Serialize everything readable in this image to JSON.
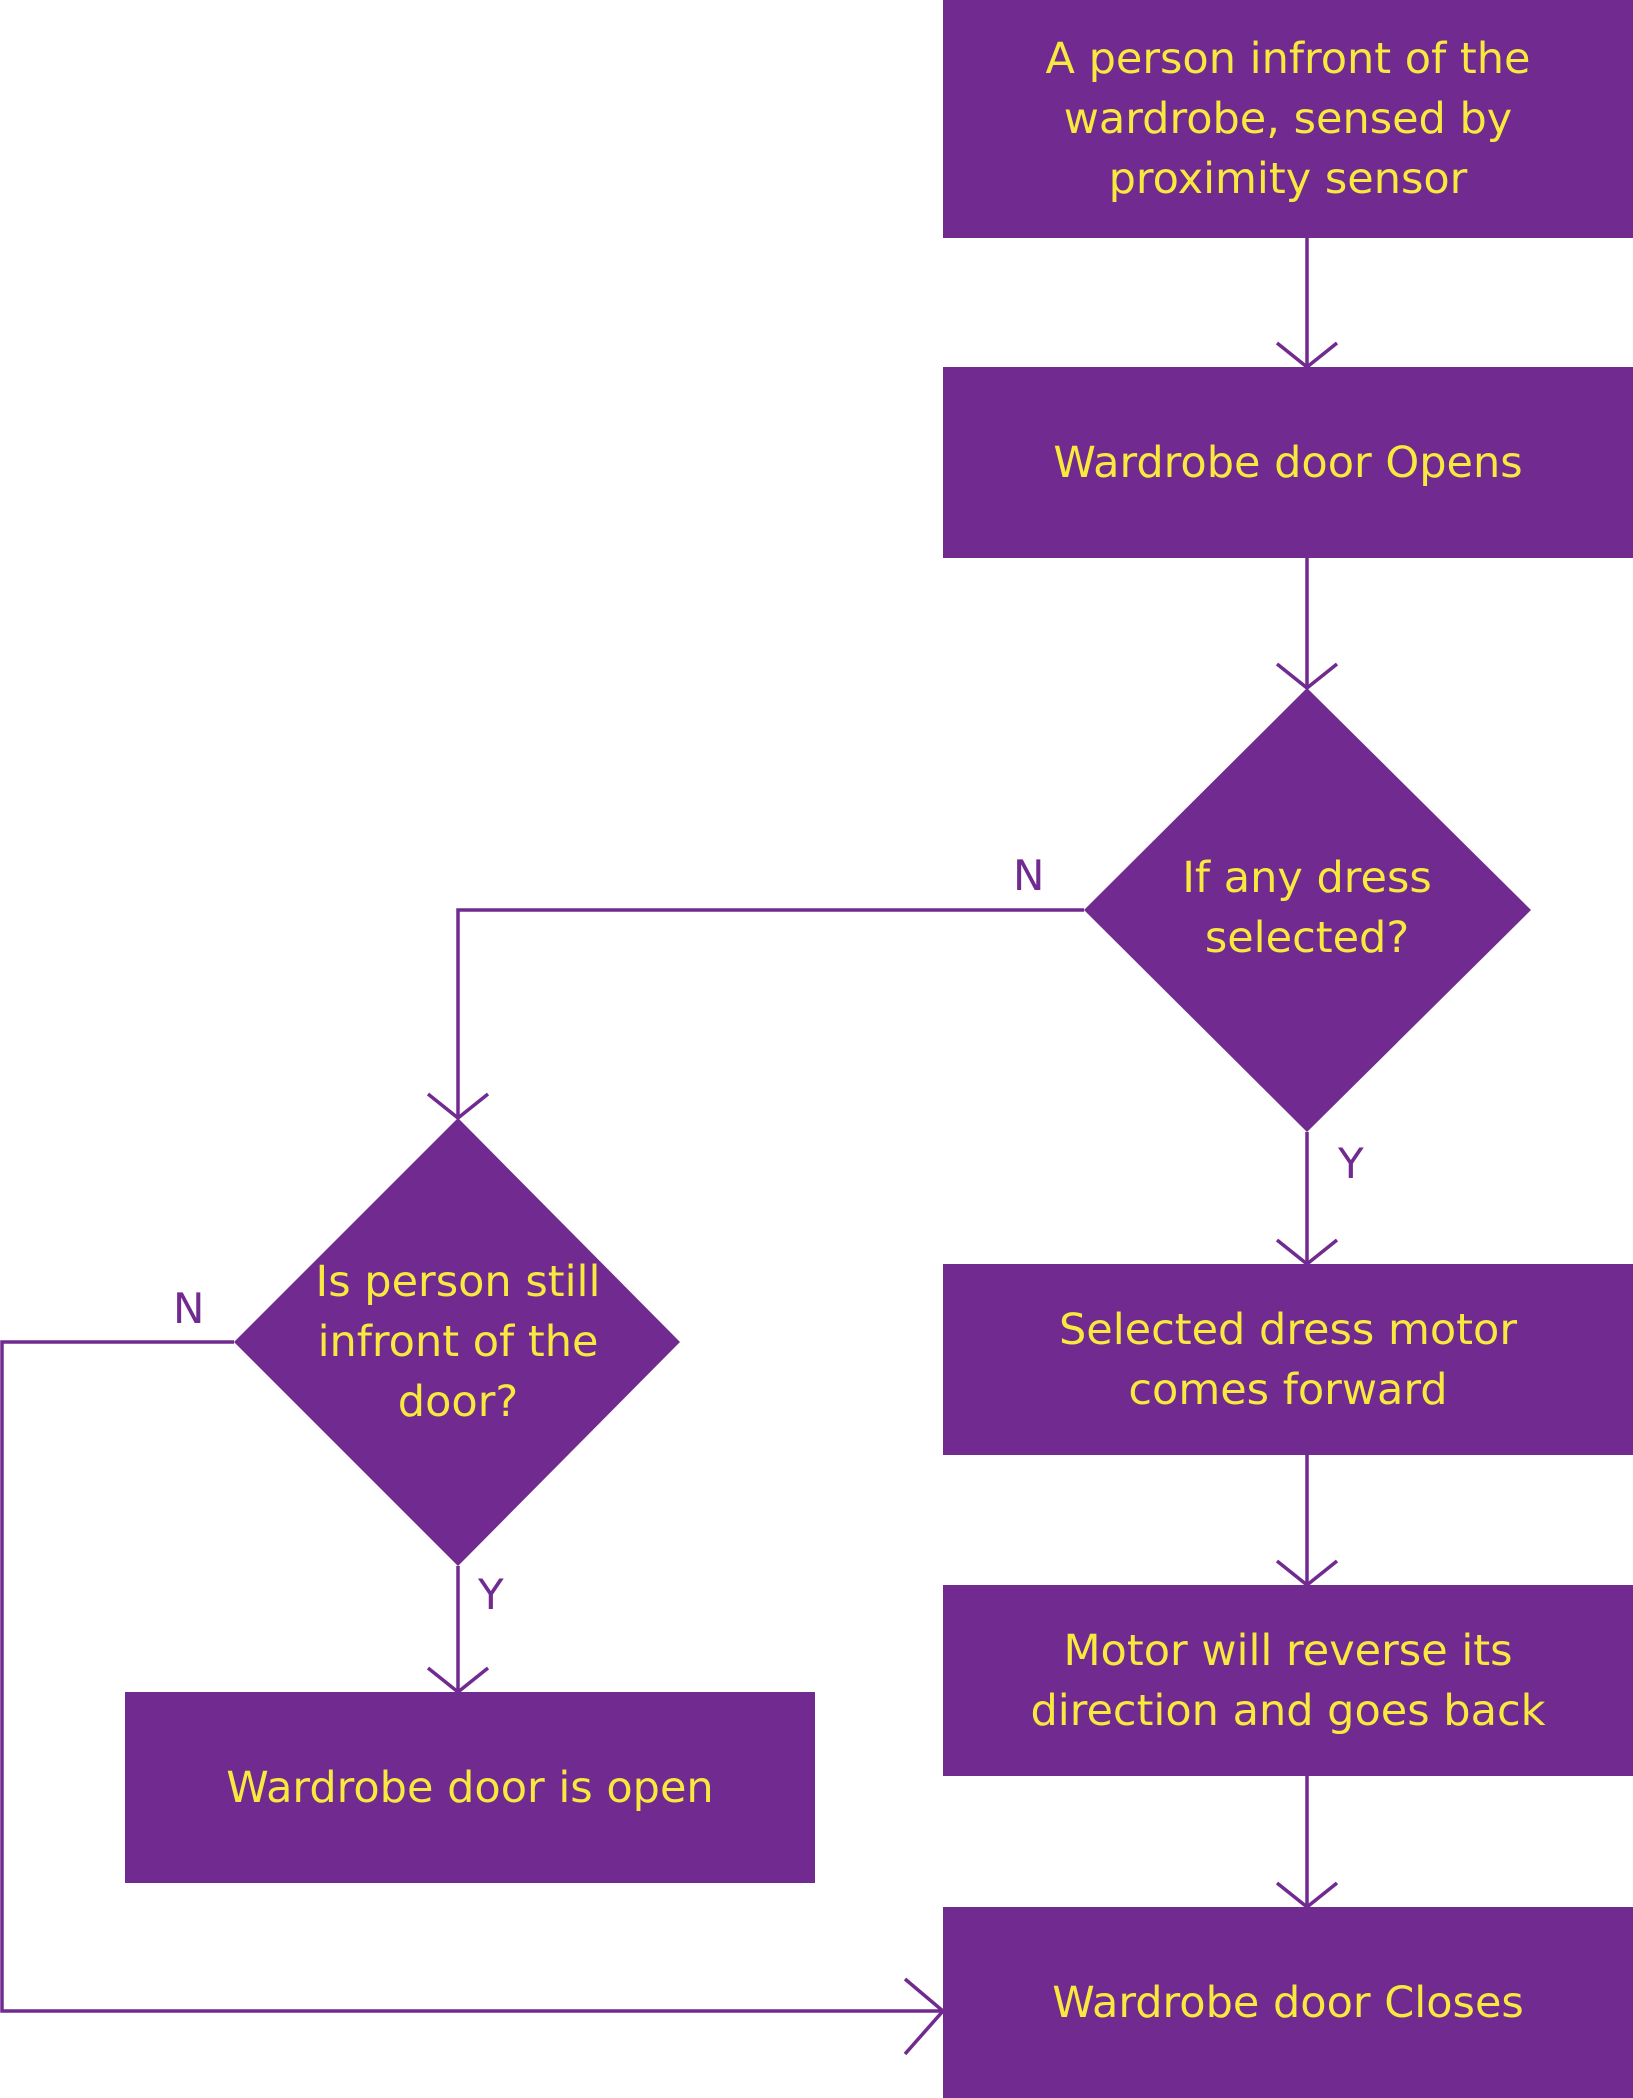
{
  "colors": {
    "node_fill": "#712a8f",
    "node_text": "#f7e93d",
    "edge": "#712a8f",
    "background": "#ffffff"
  },
  "nodes": {
    "start": "A person infront of the\nwardrobe, sensed by\nproximity sensor",
    "door_opens": "Wardrobe door Opens",
    "dress_decision": "If any dress\nselected?",
    "person_decision": "Is person still\ninfront of the\ndoor?",
    "motor_forward": "Selected dress motor\ncomes forward",
    "motor_reverse": "Motor will reverse its\ndirection and goes back",
    "door_is_open": "Wardrobe door is open",
    "door_closes": "Wardrobe door Closes"
  },
  "edge_labels": {
    "dress_no": "N",
    "dress_yes": "Y",
    "person_no": "N",
    "person_yes": "Y"
  }
}
